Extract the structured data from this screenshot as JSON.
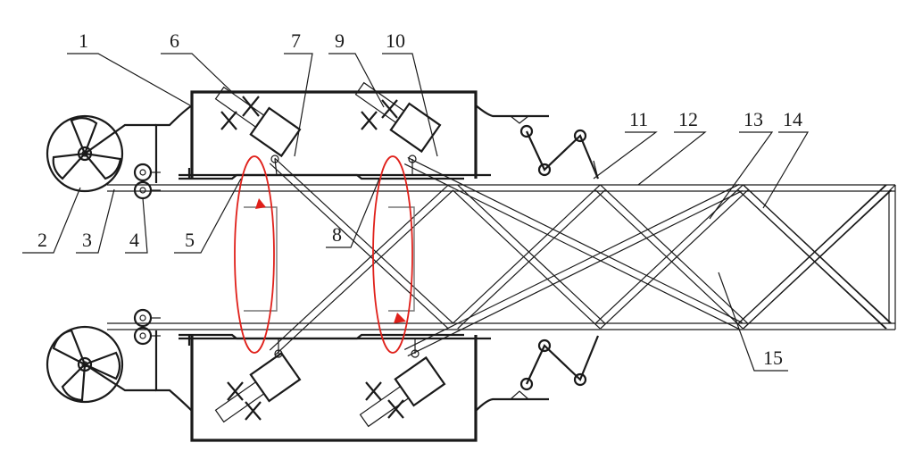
{
  "labels": [
    "1",
    "2",
    "3",
    "4",
    "5",
    "6",
    "7",
    "8",
    "9",
    "10",
    "11",
    "12",
    "13",
    "14",
    "15"
  ],
  "colors": {
    "line": "#1a1a1a",
    "rotation_arrow": "#e0201a"
  }
}
